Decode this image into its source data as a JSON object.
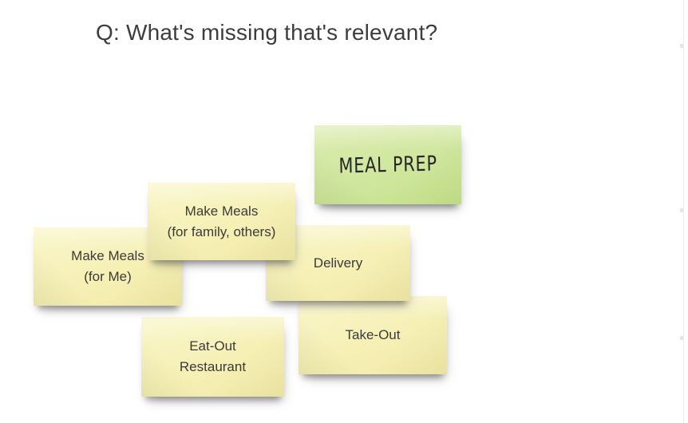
{
  "board": {
    "title": "Q: What's missing that's relevant?",
    "notes": [
      {
        "id": "meal-prep",
        "label": "MEAL PREP",
        "color": "green"
      },
      {
        "id": "make-meals-family",
        "label": "Make Meals\n(for family, others)",
        "color": "yellow"
      },
      {
        "id": "make-meals-me",
        "label": "Make Meals\n(for Me)",
        "color": "yellow"
      },
      {
        "id": "delivery",
        "label": "Delivery",
        "color": "yellow"
      },
      {
        "id": "take-out",
        "label": "Take-Out",
        "color": "yellow"
      },
      {
        "id": "eat-out",
        "label": "Eat-Out\nRestaurant",
        "color": "yellow"
      }
    ],
    "colors": {
      "background": "#ffffff",
      "note_yellow": "#f6f0b6",
      "note_green": "#cfe79d",
      "note_text": "#3a3a3a",
      "title_text": "#3d3d3d"
    }
  }
}
